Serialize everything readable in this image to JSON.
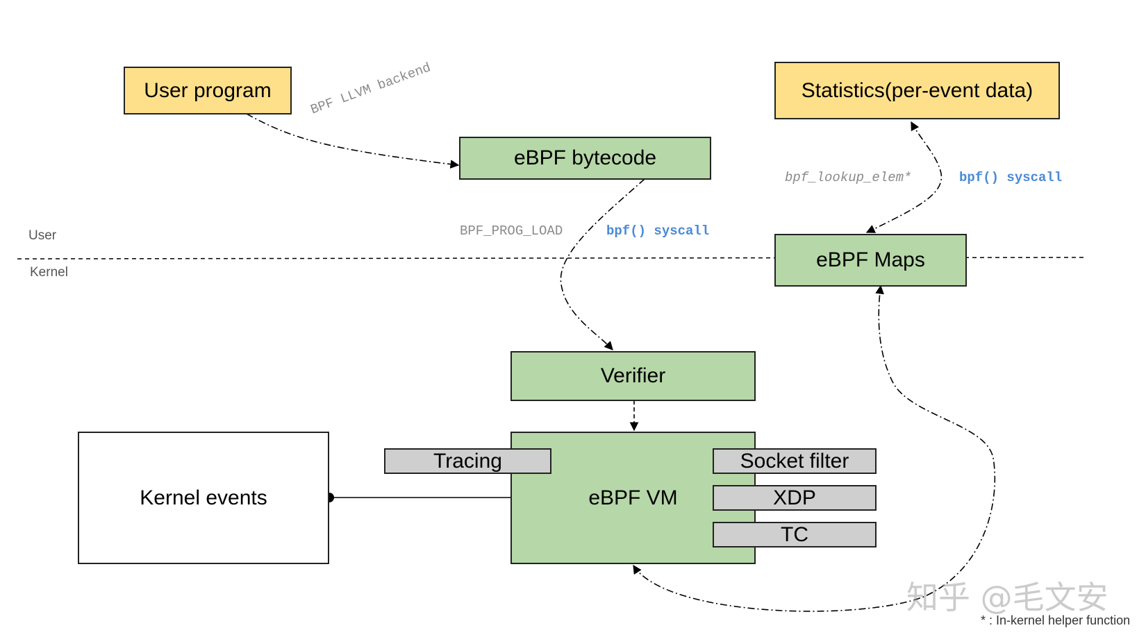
{
  "regions": {
    "user": "User",
    "kernel": "Kernel"
  },
  "nodes": {
    "user_program": "User program",
    "ebpf_bytecode": "eBPF bytecode",
    "statistics": "Statistics(per-event data)",
    "ebpf_maps": "eBPF Maps",
    "verifier": "Verifier",
    "ebpf_vm": "eBPF VM",
    "kernel_events": "Kernel events",
    "tracing": "Tracing",
    "socket_filter": "Socket filter",
    "xdp": "XDP",
    "tc": "TC"
  },
  "edge_labels": {
    "llvm_backend": "BPF LLVM backend",
    "prog_load": "BPF_PROG_LOAD",
    "prog_syscall": "bpf() syscall",
    "lookup_elem": "bpf_lookup_elem*",
    "maps_syscall": "bpf() syscall"
  },
  "footnote": "* : In-kernel helper function",
  "watermark": "知乎 @毛文安",
  "colors": {
    "user_node": "#ffe08a",
    "kernel_node": "#b6d7a8",
    "hook_node": "#cfcfcf",
    "syscall_text": "#4a8ad6",
    "code_text": "#8a8a8a"
  }
}
